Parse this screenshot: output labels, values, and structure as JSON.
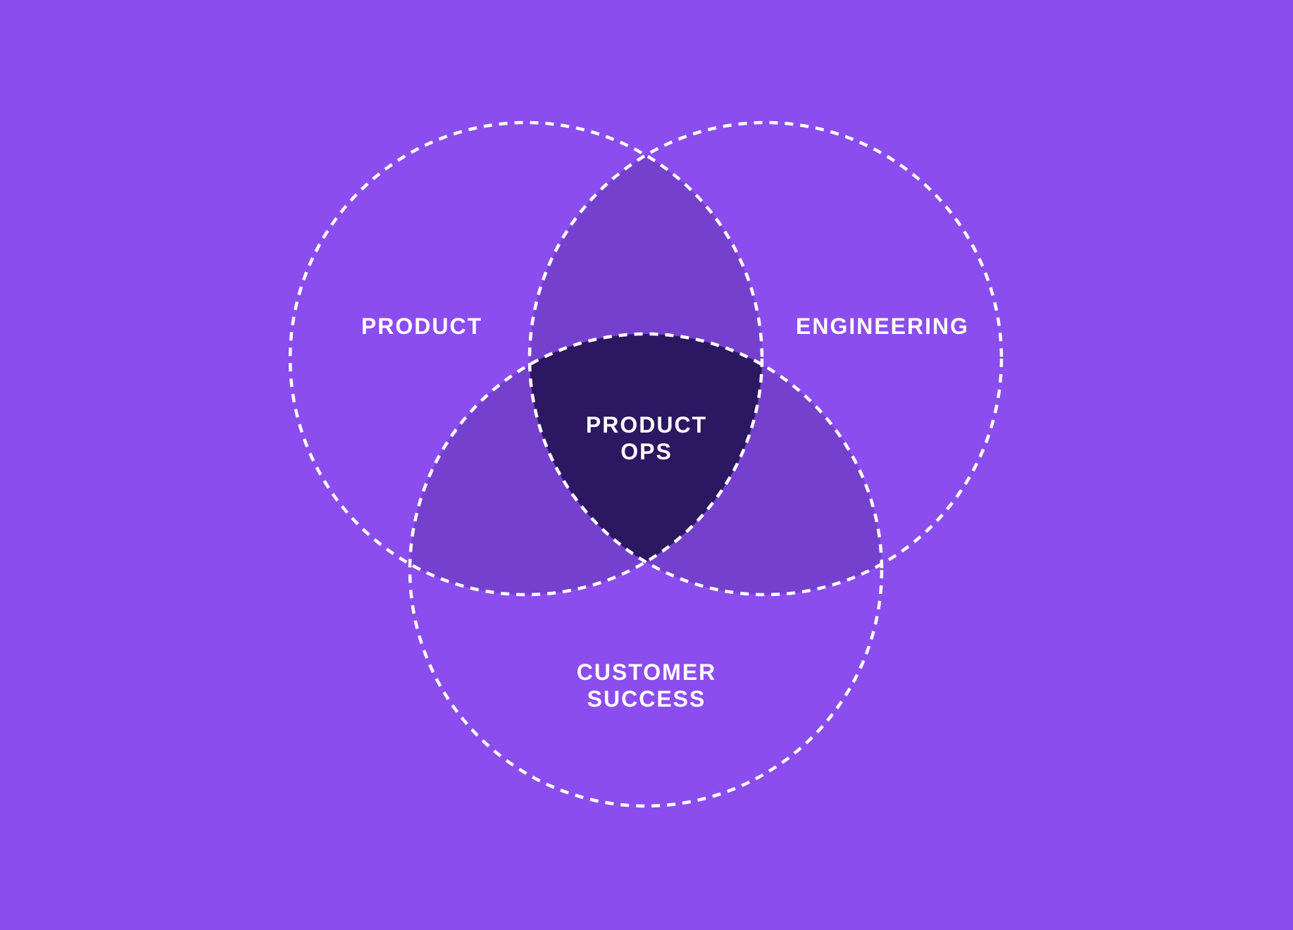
{
  "diagram": {
    "type": "venn",
    "colors": {
      "background": "#8b4ded",
      "pairwise_overlap": "#7640cf",
      "center_overlap": "#2c1762",
      "outline": "#ffffff",
      "text": "#ffffff"
    },
    "sets": [
      {
        "id": "product",
        "label": "PRODUCT"
      },
      {
        "id": "engineering",
        "label": "ENGINEERING"
      },
      {
        "id": "customer_success",
        "label_line1": "CUSTOMER",
        "label_line2": "SUCCESS"
      }
    ],
    "center": {
      "label_line1": "PRODUCT",
      "label_line2": "OPS"
    }
  }
}
